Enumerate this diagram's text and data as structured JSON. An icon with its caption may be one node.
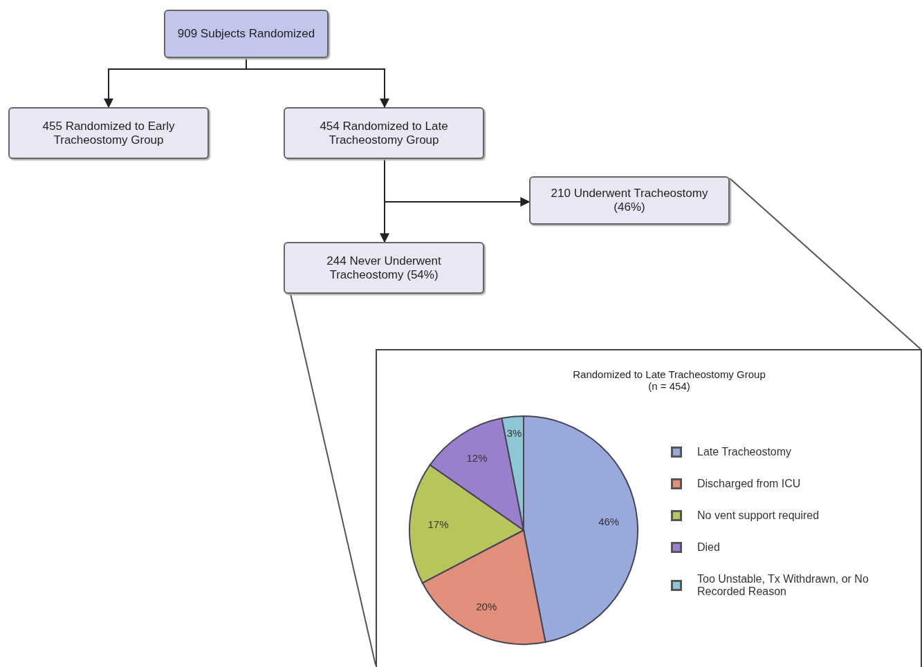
{
  "diagram": {
    "nodes": [
      {
        "text": [
          "909 Subjects Randomized"
        ]
      },
      {
        "text": [
          "455 Randomized to Early Tracheostomy Group"
        ]
      },
      {
        "text": [
          "454 Randomized to Late Tracheostomy Group"
        ]
      },
      {
        "text": [
          "210 Underwent Tracheostomy (46%)"
        ]
      },
      {
        "text": [
          "244 Never Underwent Tracheostomy (54%)"
        ]
      },
      {
        "text": [],
        "shape": "box"
      }
    ],
    "edges": [
      {
        "from": 0,
        "to": 1,
        "arrow": "to"
      },
      {
        "from": 0,
        "to": 2,
        "arrow": "to"
      },
      {
        "from": 2,
        "to": 4,
        "arrow": "to"
      },
      {
        "from": 2,
        "to": 3,
        "arrow": "to"
      },
      {
        "from": 3,
        "to": 5,
        "arrow": "none"
      },
      {
        "from": 4,
        "to": 5,
        "arrow": "none"
      }
    ],
    "legend": [
      {
        "text": "Late Tracheostomy",
        "color": "#9aa9dc"
      },
      {
        "text": "Discharged from ICU",
        "color": "#e0907a"
      },
      {
        "text": "No vent support required",
        "color": "#b8c45c"
      },
      {
        "text": "Died",
        "color": "#9a7fcc"
      },
      {
        "text": "Too Unstable, Tx Withdrawn, or No Recorded Reason",
        "color": "#8fc6d6"
      }
    ],
    "chart_data": {
      "type": "pie",
      "title": "Randomized to Late Tracheostomy Group (n = 454)",
      "values": [
        46,
        20,
        17,
        12,
        3
      ],
      "data_labels": true,
      "value_labels": [
        "46%",
        "20%",
        "17%",
        "12%",
        "3%"
      ]
    }
  }
}
